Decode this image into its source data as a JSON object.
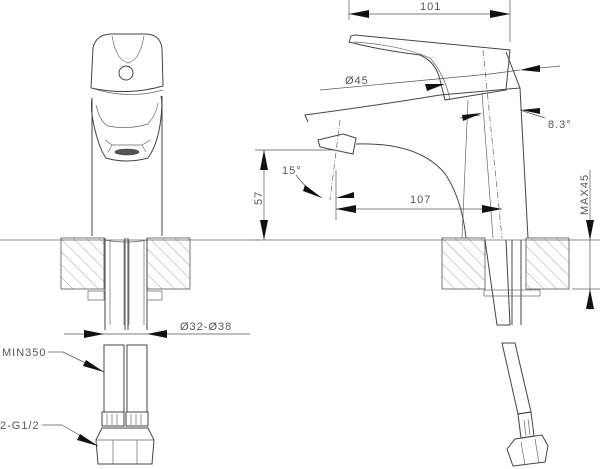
{
  "drawing": {
    "title": "Basin mixer tap dimensional drawing",
    "views": [
      "front-view",
      "side-view"
    ],
    "colors": {
      "line": "#444444",
      "text": "#555555",
      "arrow": "#111111",
      "background": "#ffffff"
    }
  },
  "front_view": {
    "labels": {
      "hole_diameter": "Ø32-Ø38",
      "hose_length": "MIN350",
      "connection": "2-G1/2"
    }
  },
  "side_view": {
    "labels": {
      "overall_depth": "101",
      "handle_diameter": "Ø45",
      "tilt_angle": "8.3°",
      "spout_angle": "15°",
      "spout_height": "57",
      "spout_reach": "107",
      "max_deck_thickness": "MAX45"
    }
  }
}
